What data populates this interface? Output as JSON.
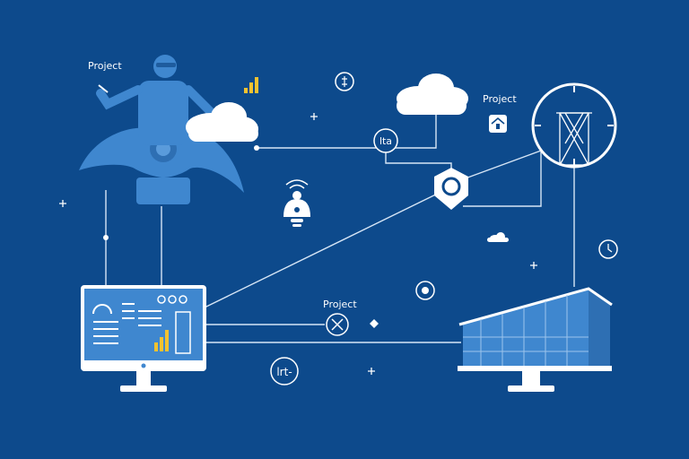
{
  "labels": {
    "project_top_left": "Project",
    "project_top_right": "Project",
    "project_middle": "Project",
    "node_lta": "lta",
    "node_lrt": "lrt-"
  },
  "colors": {
    "background": "#0d4a8c",
    "shape_blue": "#3f87cf",
    "shape_light": "#5a9bdb",
    "line": "#d7e6f6",
    "white": "#ffffff",
    "accent_yellow": "#f2c230"
  },
  "icons": [
    "person-on-drone-icon",
    "cloud-icon",
    "signal-bars-icon",
    "location-pin-icon",
    "clock-icon",
    "wind-turbine-icon",
    "lightbulb-icon",
    "monitor-dashboard-icon",
    "solar-panel-building-icon",
    "home-badge-icon",
    "compass-icon",
    "target-icon",
    "plus-icon"
  ]
}
